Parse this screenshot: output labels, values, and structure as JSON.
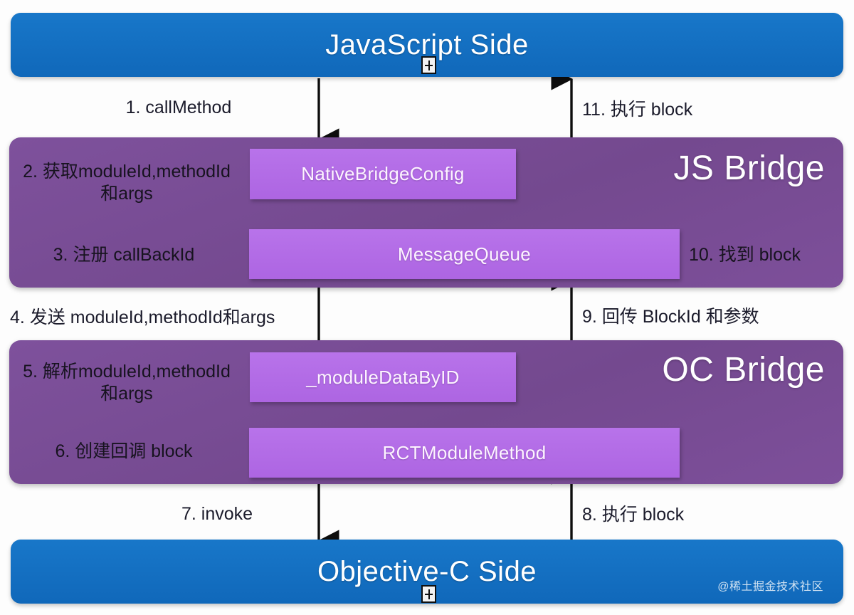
{
  "diagram": {
    "title_js": "JavaScript Side",
    "title_oc": "Objective-C Side",
    "panel_js_bridge": "JS Bridge",
    "panel_oc_bridge": "OC Bridge",
    "watermark": "@稀土掘金技术社区"
  },
  "modules": {
    "native_bridge_config": "NativeBridgeConfig",
    "message_queue": "MessageQueue",
    "module_data_by_id": "_moduleDataByID",
    "rct_module_method": "RCTModuleMethod"
  },
  "steps": {
    "s1": "1. callMethod",
    "s2": "2. 获取moduleId,methodId\n和args",
    "s3": "3. 注册 callBackId",
    "s4": "4. 发送 moduleId,methodId和args",
    "s5": "5. 解析moduleId,methodId\n和args",
    "s6": "6. 创建回调 block",
    "s7": "7. invoke",
    "s8": "8. 执行 block",
    "s9": "9. 回传 BlockId 和参数",
    "s10": "10. 找到 block",
    "s11": "11. 执行 block"
  },
  "colors": {
    "layer_blue": "#1272c4",
    "bridge_purple": "#7b4f99",
    "module_purple": "#b46ce8",
    "arrow_black": "#0d0d0d",
    "background": "#fdfdfd"
  }
}
